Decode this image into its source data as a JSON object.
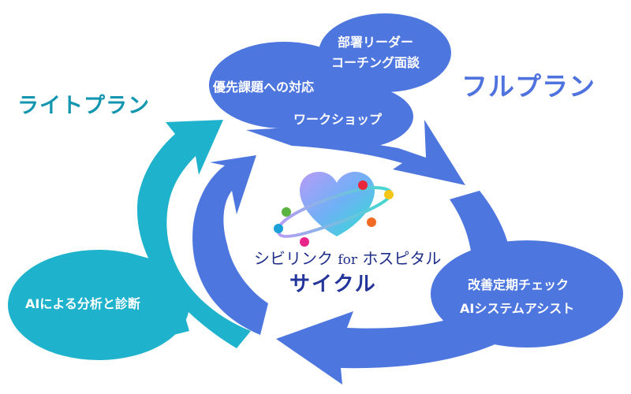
{
  "colors": {
    "full_plan_blue": "#4e76df",
    "light_plan_teal": "#1eb2cc",
    "light_plan_label": "#1296b0",
    "full_plan_label": "#4e72de",
    "logo_text": "#1e2f8a",
    "bubble_text": "#ffffff"
  },
  "plans": {
    "light": "ライトプラン",
    "full": "フルプラン"
  },
  "bubbles": {
    "coaching_line1": "部署リーダー",
    "coaching_line2": "コーチング面談",
    "priority": "優先課題への対応",
    "workshop": "ワークショップ",
    "ai_analysis": "AIによる分析と診断",
    "check_line1": "改善定期チェック",
    "check_line2": "AIシステムアシスト"
  },
  "logo": {
    "brand_pre": "シビリンク",
    "brand_for": "for",
    "brand_post": "ホスピタル",
    "subtitle": "サイクル",
    "icon": "heart-planet-icon"
  }
}
